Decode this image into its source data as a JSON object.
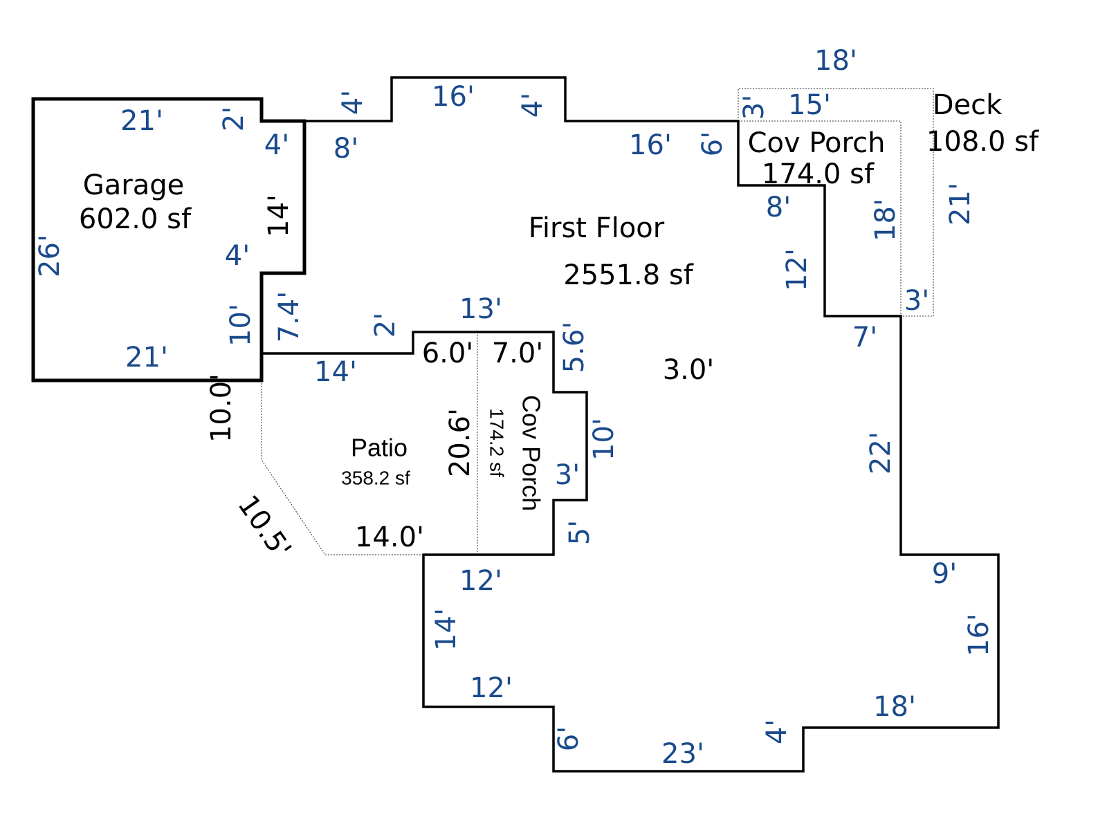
{
  "colors": {
    "dimension": "#1a4a8c",
    "wall": "#000000"
  },
  "rooms": {
    "garage": {
      "name": "Garage",
      "area": "602.0 sf"
    },
    "first_floor": {
      "name": "First Floor",
      "area": "2551.8 sf"
    },
    "cov_porch_top": {
      "name": "Cov Porch",
      "area": "174.0 sf"
    },
    "deck": {
      "name": "Deck",
      "area": "108.0 sf"
    },
    "patio": {
      "name": "Patio",
      "area": "358.2 sf"
    },
    "cov_porch_side": {
      "name": "Cov Porch",
      "area": "174.2 sf"
    }
  },
  "dimensions": [
    "18'",
    "21'",
    "2'",
    "4'",
    "16'",
    "4'",
    "4'",
    "8'",
    "16'",
    "6'",
    "3'",
    "15'",
    "26'",
    "4'",
    "8'",
    "18'",
    "21'",
    "12'",
    "3'",
    "13'",
    "2'",
    "7.4'",
    "10'",
    "21'",
    "14'",
    "5.6'",
    "7'",
    "10'",
    "3'",
    "22'",
    "5'",
    "12'",
    "9'",
    "14'",
    "16'",
    "12'",
    "18'",
    "6'",
    "23'",
    "4'"
  ],
  "measurements": [
    "14'",
    "10.0'",
    "10.5'",
    "14.0'",
    "6.0'",
    "7.0'",
    "20.6'",
    "3.0'"
  ]
}
